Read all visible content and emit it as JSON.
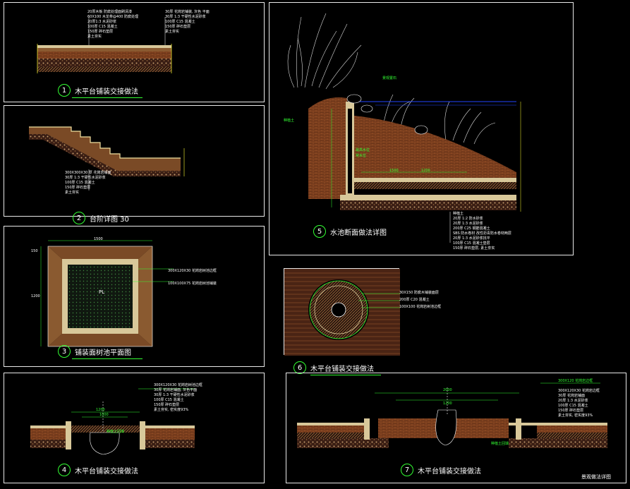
{
  "details": [
    {
      "num": "1",
      "title": "木平台铺装交接做法"
    },
    {
      "num": "2",
      "title": "台阶详图 30"
    },
    {
      "num": "3",
      "title": "铺装面树池平面图"
    },
    {
      "num": "4",
      "title": "木平台铺装交接做法"
    },
    {
      "num": "5",
      "title": "水池断面做法详图"
    },
    {
      "num": "6",
      "title": "木平台铺装交接做法"
    },
    {
      "num": "7",
      "title": "木平台铺装交接做法"
    }
  ],
  "footer": "景观做法详图",
  "notes": {
    "d1": [
      "20厚木板 防腐处理面刷清漆",
      "60X100 木龙骨@400 防腐处理",
      "20厚1:3 水泥砂浆",
      "100厚 C15 混凝土",
      "150厚 碎石垫层",
      "素土夯实"
    ],
    "d1r": [
      "30厚 花岗岩铺装, 灰色 平面",
      "30厚 1:3 干硬性水泥砂浆",
      "100厚 C15 混凝土",
      "150厚 碎石垫层",
      "素土夯实"
    ],
    "d2": [
      "300X300X30 厚 花岗岩铺面",
      "30厚 1:3 干硬性水泥砂浆",
      "100厚 C15 混凝土",
      "150厚 碎石垫层",
      "素土夯实"
    ],
    "d3": [
      "300X120X30 花岗岩树池边框",
      "100X100X75 花岗岩树池铺装"
    ],
    "d3dims": [
      "1500",
      "1200",
      "150"
    ],
    "d3label": "PL",
    "d4": [
      "300X120X30 花岗岩树池边框",
      "30厚 花岗岩铺面, 灰色平面",
      "30厚 1:3 干硬性水泥砂浆",
      "100厚 C15 混凝土",
      "150厚 碎石垫层",
      "素土夯实, 密实度93%"
    ],
    "d4tag": "种植土回填",
    "d4dims": [
      "1200",
      "1000"
    ],
    "d5": [
      "种植土",
      "20厚 1:2 防水砂浆",
      "20厚 1:3 水泥砂浆",
      "200厚 C25 钢筋混凝土",
      "SBS 防水卷材 改性沥青防水卷材两层",
      "20厚 1:3 水泥砂浆找平",
      "100厚 C15 混凝土垫层",
      "150厚 碎石垫层, 素土夯实"
    ],
    "d5left": "种植土",
    "d5top": "景观置石",
    "d5mid": [
      "最高水位",
      "常水位"
    ],
    "d5dims": [
      "1500",
      "1200"
    ],
    "d6": [
      "30X150 防腐木铺装面层",
      "200厚 C20 混凝土",
      "100X100 花岗岩树池边框"
    ],
    "d7": [
      "300X120X30 花岗岩边框",
      "30厚 花岗岩铺面",
      "20厚 1:3 水泥砂浆",
      "100厚 C15 混凝土",
      "150厚 碎石垫层",
      "素土夯实, 密实度93%"
    ],
    "d7tags": [
      "300X120 花岗岩边框",
      "种植土回填"
    ],
    "d7dims": [
      "2000",
      "1200"
    ]
  }
}
